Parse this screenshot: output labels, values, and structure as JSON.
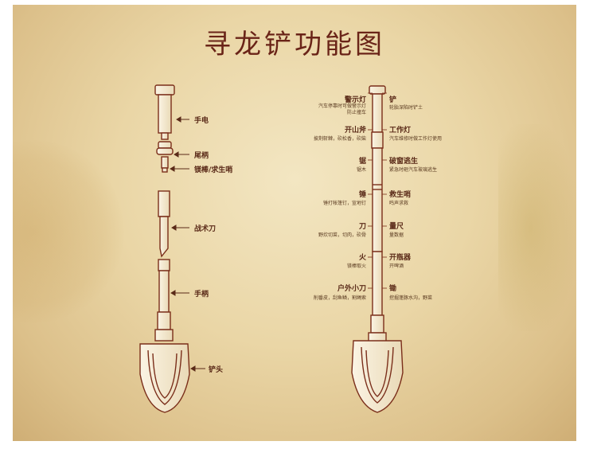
{
  "title": "寻龙铲功能图",
  "left_tool": {
    "labels": [
      {
        "text": "手电"
      },
      {
        "text": "尾柄"
      },
      {
        "text": "镁棒/求生哨"
      },
      {
        "text": "战术刀"
      },
      {
        "text": "手柄"
      },
      {
        "text": "铲头"
      }
    ]
  },
  "right_tool": {
    "left_features": [
      {
        "name": "警示灯",
        "desc": "汽车停靠时可做警示灯\n防止撞车"
      },
      {
        "name": "开山斧",
        "desc": "披荆斩棘，砍松香，砍柴"
      },
      {
        "name": "锯",
        "desc": "锯木"
      },
      {
        "name": "锤",
        "desc": "锤打帐篷钉，宣地钉"
      },
      {
        "name": "刀",
        "desc": "野炊切菜，切肉，砍骨"
      },
      {
        "name": "火",
        "desc": "镁棒取火"
      },
      {
        "name": "户外小刀",
        "desc": "削番皮，刮鱼鳞，割绳索"
      }
    ],
    "right_features": [
      {
        "name": "铲",
        "desc": "轮胎深陷时铲土"
      },
      {
        "name": "工作灯",
        "desc": "汽车维修时做工作灯使用"
      },
      {
        "name": "破窗逃生",
        "desc": "紧急时砸汽车玻璃逃生"
      },
      {
        "name": "救生哨",
        "desc": "鸣声求救"
      },
      {
        "name": "量尺",
        "desc": "量数据"
      },
      {
        "name": "开瓶器",
        "desc": "开啤酒"
      },
      {
        "name": "锄",
        "desc": "挖掘蓬豚水沟，野菜"
      }
    ]
  },
  "colors": {
    "outline": "#7a2e1a",
    "text": "#5a2a18",
    "title": "#6a2418"
  }
}
